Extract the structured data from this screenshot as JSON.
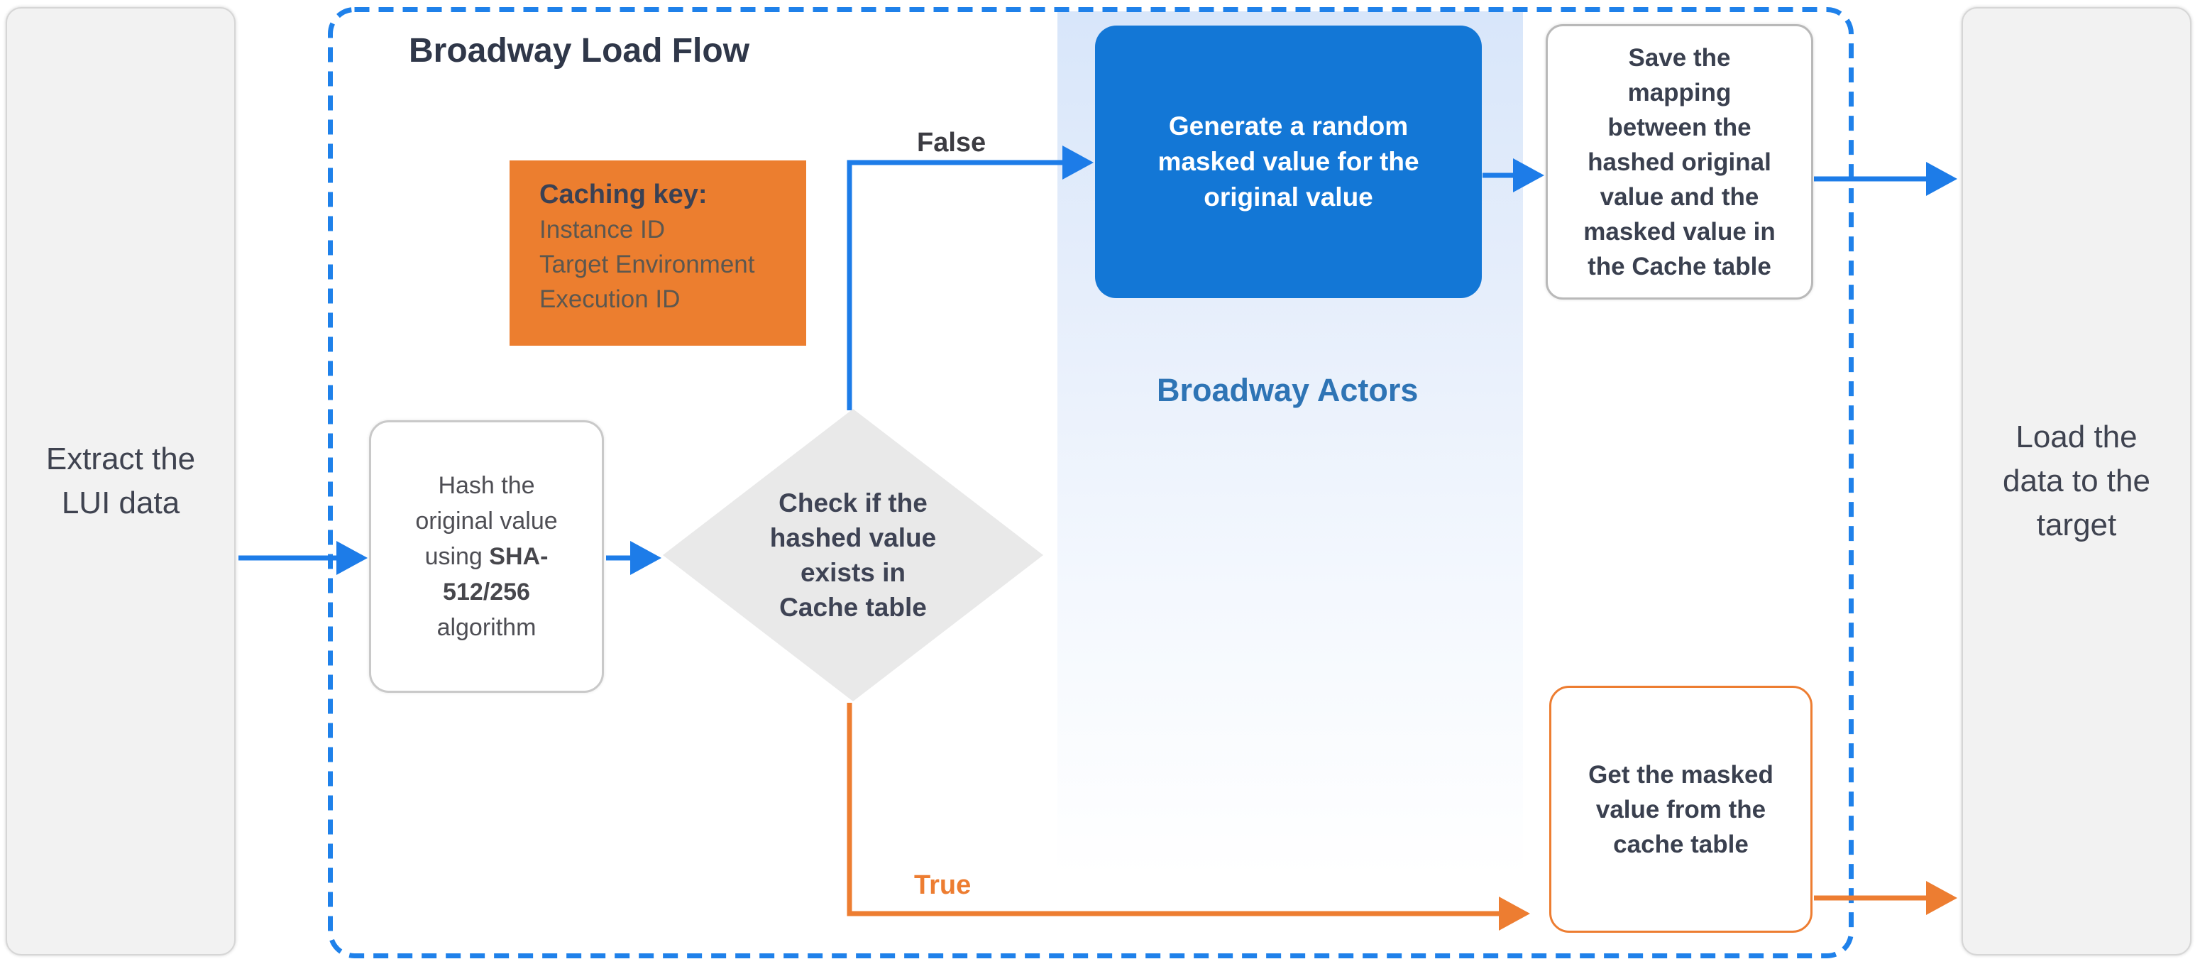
{
  "title": "Broadway Load Flow",
  "colors": {
    "flow_blue": "#1d7ce8",
    "dashed_border": "#1f81ea",
    "flow_orange": "#ed7d31",
    "process_blue": "#1377d6",
    "lane_label_blue": "#2e74b5",
    "note_orange": "#ec7e2f",
    "shape_gray": "#e9e9e9"
  },
  "terminals": {
    "extract": {
      "label": "Extract the\nLUI data"
    },
    "load": {
      "label": "Load the\ndata to the\ntarget"
    }
  },
  "lane": {
    "label": "Broadway Actors"
  },
  "note": {
    "header": "Caching key:",
    "items": [
      "Instance ID",
      "Target Environment",
      "Execution ID"
    ]
  },
  "nodes": {
    "hash": {
      "text_pre": "Hash the\noriginal value\nusing ",
      "text_bold": "SHA-\n512/256",
      "text_post": "\nalgorithm"
    },
    "check": {
      "label": "Check if the\nhashed value\nexists in\nCache table"
    },
    "generate": {
      "label": "Generate a random\nmasked value for the\noriginal value"
    },
    "save": {
      "label": "Save the\nmapping\nbetween the\nhashed original\nvalue and the\nmasked value in\nthe Cache table"
    },
    "get_masked": {
      "label": "Get the masked\nvalue from the\ncache table"
    }
  },
  "edges": {
    "false_label": "False",
    "true_label": "True"
  }
}
